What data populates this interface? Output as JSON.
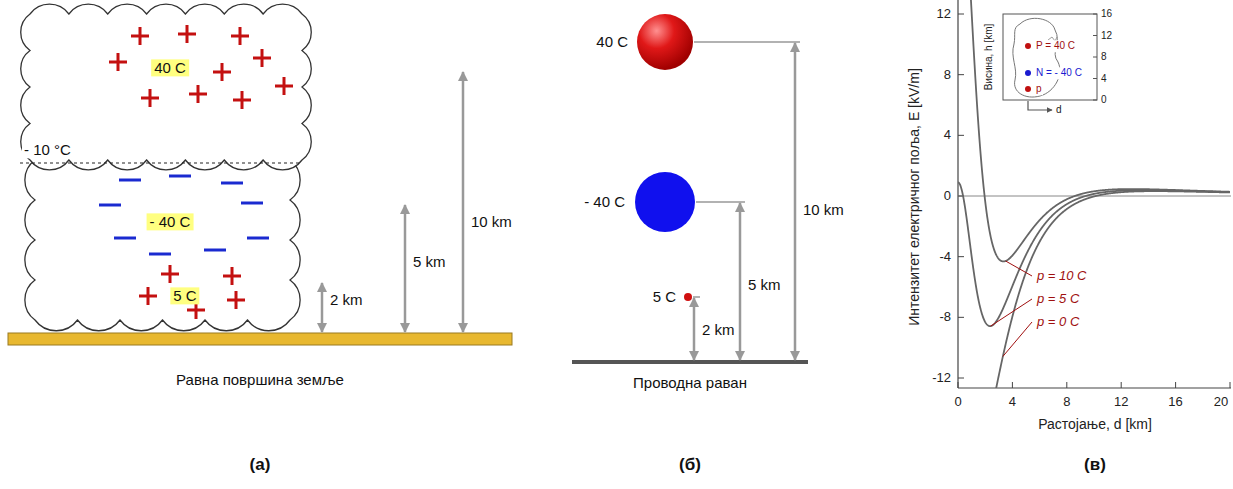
{
  "diagram": {
    "nodes": [
      {
        "text": [
          "40 C",
          "- 40 C",
          "5 C"
        ]
      }
    ],
    "labels": [
      "- 10 °C",
      "2 km",
      "5 km",
      "10 km",
      "Равна површина земље",
      "(a)",
      "40 C",
      "- 40 C",
      "5 C",
      "10 km",
      "5 km",
      "2 km",
      "Проводна раван",
      "(б)",
      "12",
      "8",
      "4",
      "0",
      "-4",
      "-8",
      "-12",
      "0",
      "4",
      "8",
      "12",
      "16",
      "20",
      "Интензитет електричног поља, E [kV/m]",
      "Растојање, d [km]",
      "p = 10 C",
      "p = 5 C",
      "p = 0 C",
      "Висина, h [km]",
      "16",
      "12",
      "8",
      "4",
      "0",
      "P = 40 C",
      "N = - 40 C",
      "p",
      "d",
      "(в)"
    ]
  }
}
